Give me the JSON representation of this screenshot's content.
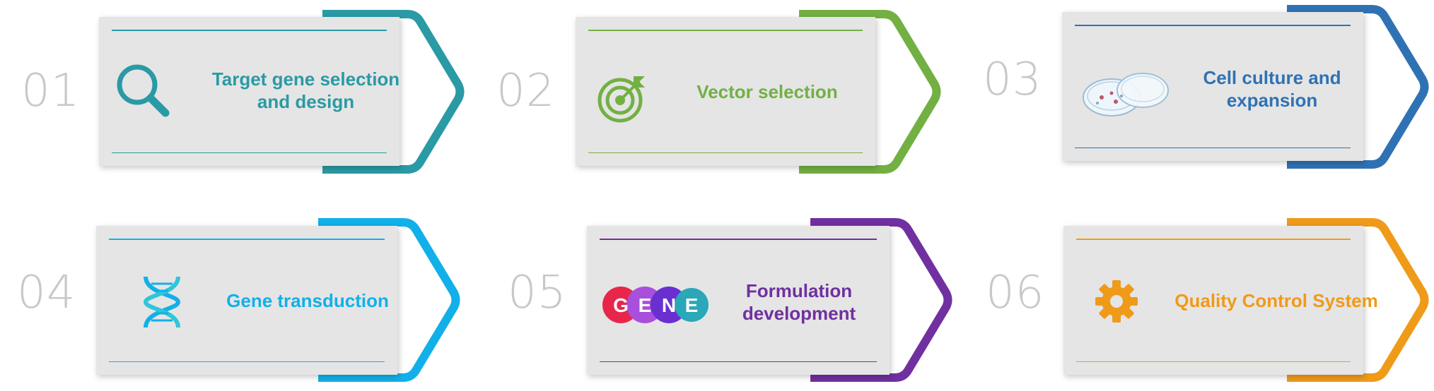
{
  "steps": [
    {
      "number": "01",
      "title": "Target gene selection and design",
      "color": "#2a9aa5",
      "icon": "magnifier-icon"
    },
    {
      "number": "02",
      "title": "Vector selection",
      "color": "#72b043",
      "icon": "target-icon"
    },
    {
      "number": "03",
      "title": "Cell culture and expansion",
      "color": "#2f72b4",
      "icon": "petri-dish-icon"
    },
    {
      "number": "04",
      "title": "Gene transduction",
      "color": "#12b0e8",
      "icon": "dna-icon"
    },
    {
      "number": "05",
      "title": "Formulation development",
      "color": "#7030a0",
      "icon": "gene-badge-icon"
    },
    {
      "number": "06",
      "title": "Quality Control System",
      "color": "#f09a1a",
      "icon": "gear-icon"
    }
  ],
  "gene_badge": {
    "letters": [
      "G",
      "E",
      "N",
      "E"
    ],
    "colors": [
      "#e8264a",
      "#a84fdc",
      "#6a2fd0",
      "#2aa7b8"
    ]
  }
}
